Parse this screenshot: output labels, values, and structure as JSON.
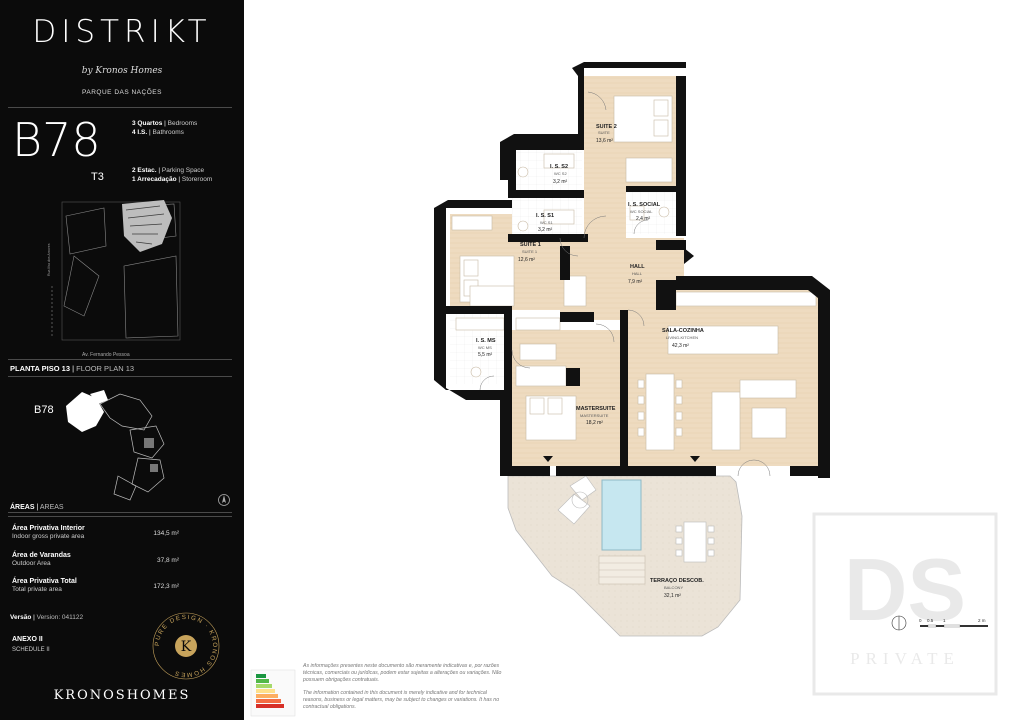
{
  "brand": {
    "name": "DISTRIKT",
    "by_line": "by Kronos Homes",
    "district": "PARQUE DAS NAÇÕES"
  },
  "unit": {
    "code": "B78",
    "type": "T3",
    "specs": [
      {
        "pt": "3 Quartos",
        "en": "Bedrooms"
      },
      {
        "pt": "4 I.S.",
        "en": "Bathrooms"
      },
      {
        "pt": "2 Estac.",
        "en": "Parking Space"
      },
      {
        "pt": "1 Arrecadação",
        "en": "Storeroom"
      }
    ]
  },
  "site_plan": {
    "street": "Av. Fernando Pessoa"
  },
  "floor_plan_caption": {
    "pt": "PLANTA PISO 13",
    "en": "FLOOR PLAN 13"
  },
  "floor_locator": {
    "label": "B78"
  },
  "areas": {
    "heading_pt": "ÁREAS",
    "heading_en": "AREAS",
    "rows": [
      {
        "pt": "Área Privativa Interior",
        "en": "Indoor gross private area",
        "value": "134,5 m²"
      },
      {
        "pt": "Área de Varandas",
        "en": "Outdoor Area",
        "value": "37,8 m²"
      },
      {
        "pt": "Área Privativa Total",
        "en": "Total private area",
        "value": "172,3 m²"
      }
    ]
  },
  "version": {
    "pt": "Versão",
    "en": "Version: 041122"
  },
  "annex": {
    "title": "ANEXO II",
    "subtitle": "SCHEDULE II"
  },
  "seal": {
    "text": "PURE DESIGN · KRONOS HOMES",
    "letter": "K"
  },
  "footer_brand": "KRONOSHOMES",
  "rooms": [
    {
      "key": "suite2",
      "name": "SUITE 2",
      "en": "SUITE",
      "area": "13,6 m²"
    },
    {
      "key": "is_s2",
      "name": "I. S. S2",
      "en": "WC S2",
      "area": "3,2 m²"
    },
    {
      "key": "is_s1",
      "name": "I. S. S1",
      "en": "WC S1",
      "area": "3,2 m²"
    },
    {
      "key": "is_social",
      "name": "I. S. SOCIAL",
      "en": "WC SOCIAL",
      "area": "2,4 m²"
    },
    {
      "key": "suite1",
      "name": "SUITE 1",
      "en": "SUITE 1",
      "area": "12,6 m²"
    },
    {
      "key": "hall",
      "name": "HALL",
      "en": "HALL",
      "area": "7,9 m²"
    },
    {
      "key": "sala",
      "name": "SALA-COZINHA",
      "en": "LIVING-KITCHEN",
      "area": "42,3 m²"
    },
    {
      "key": "is_ms",
      "name": "I. S. MS",
      "en": "WC MS",
      "area": "5,5 m²"
    },
    {
      "key": "mastersuite",
      "name": "MASTERSUITE",
      "en": "MASTERSUITE",
      "area": "18,2 m²"
    },
    {
      "key": "terraco",
      "name": "TERRAÇO DESCOB.",
      "en": "BALCONY",
      "area": "32,1 m²"
    }
  ],
  "scale_labels": [
    "0",
    "0.5",
    "1",
    "2 m"
  ],
  "disclaimer": {
    "pt": "As informações presentes neste documento são meramente indicativas e, por razões técnicas, comerciais ou jurídicas, podem estar sujeitas a alterações ou variações. Não possuem obrigações contratuais.",
    "en": "The information contained in this document is merely indicative and for technical reasons, business or legal matters, may be subject to changes or variations. It has no contractual obligations."
  },
  "watermark": {
    "letters": "DS",
    "word": "PRIVATE"
  },
  "energy_label": {
    "bars": [
      "#1a9641",
      "#52b848",
      "#a6d96a",
      "#fee08b",
      "#fdae61",
      "#f46d43",
      "#d73027"
    ]
  },
  "colors": {
    "wood": "#edd9bc",
    "terrace": "#e9e1d5",
    "pool": "#bfe3ee",
    "wall": "#111111",
    "panel": "#0b0b0b"
  }
}
